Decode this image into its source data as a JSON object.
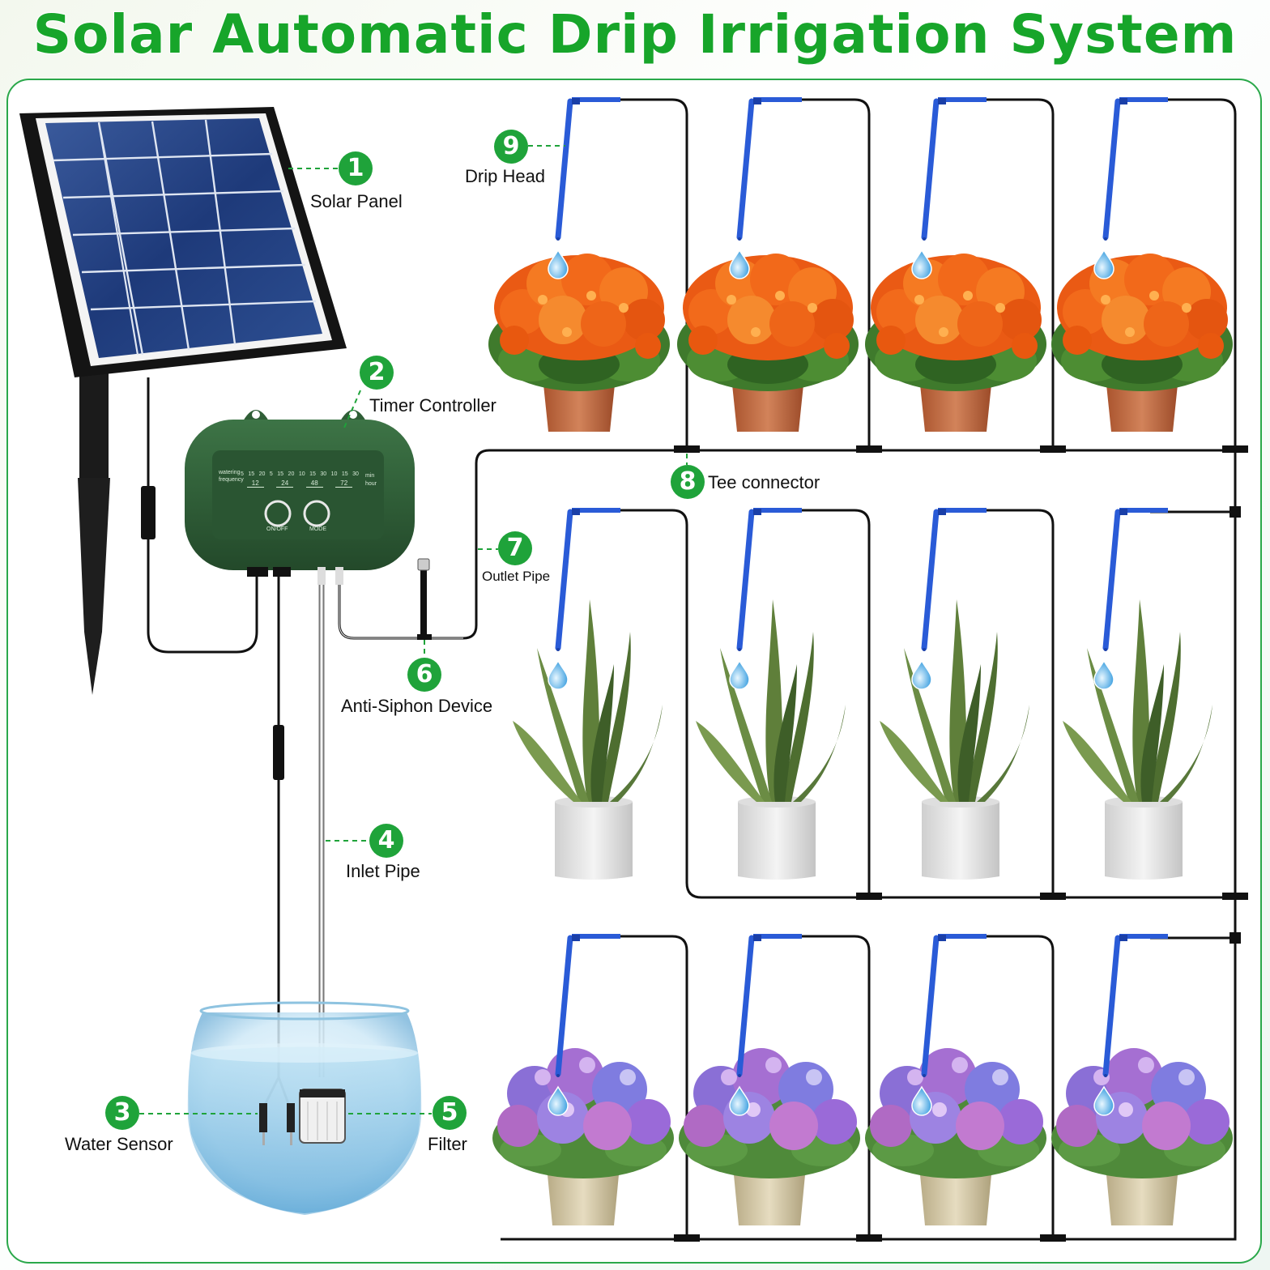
{
  "title": "Solar Automatic Drip Irrigation System",
  "callouts": [
    {
      "number": "1",
      "label": "Solar Panel"
    },
    {
      "number": "2",
      "label": "Timer Controller"
    },
    {
      "number": "3",
      "label": "Water Sensor"
    },
    {
      "number": "4",
      "label": "Inlet Pipe"
    },
    {
      "number": "5",
      "label": "Filter"
    },
    {
      "number": "6",
      "label": "Anti-Siphon Device"
    },
    {
      "number": "7",
      "label": "Outlet Pipe"
    },
    {
      "number": "8",
      "label": "Tee connector"
    },
    {
      "number": "9",
      "label": "Drip Head"
    }
  ],
  "controller": {
    "row_label_1": "watering",
    "row_label_2": "frequency",
    "minute_values": [
      "5",
      "15",
      "20",
      "5",
      "15",
      "20",
      "10",
      "15",
      "30",
      "10",
      "15",
      "30"
    ],
    "hour_values": [
      "12",
      "24",
      "48",
      "72"
    ],
    "unit_min": "min",
    "unit_hour": "hour",
    "button_1": "ON/OFF",
    "button_2": "MODE"
  },
  "plant_rows": [
    {
      "type": "orange-flower",
      "count": 4
    },
    {
      "type": "snake-plant",
      "count": 4
    },
    {
      "type": "hydrangea",
      "count": 4
    }
  ],
  "colors": {
    "title_green": "#17a52a",
    "badge_green": "#1fa33a",
    "controller_green": "#2e5e35",
    "drip_blue": "#2a5bd7",
    "pipe_black": "#111111"
  }
}
